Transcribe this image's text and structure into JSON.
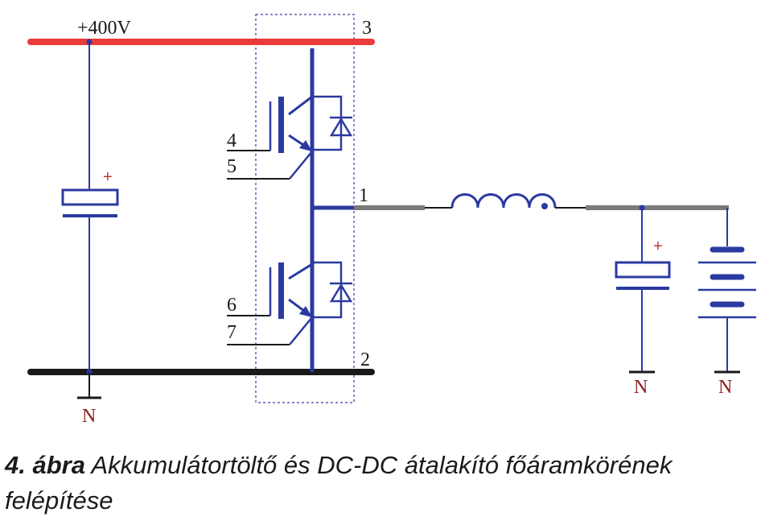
{
  "diagram": {
    "voltage_label": "+400V",
    "terminal_1": "1",
    "terminal_2": "2",
    "terminal_3": "3",
    "gate_4": "4",
    "emitter_5": "5",
    "gate_6": "6",
    "emitter_7": "7",
    "plus_sign": "+",
    "ground_label": "N"
  },
  "caption": {
    "number": "4. ábra",
    "text": "Akkumulátortöltő és DC-DC átalakító főáramkörének felépítése"
  },
  "colors": {
    "positive_rail": "#ec3a3a",
    "negative_rail": "#1a1a1a",
    "wire_blue": "#2b3aa0",
    "wire_grey": "#7a7a7a"
  }
}
